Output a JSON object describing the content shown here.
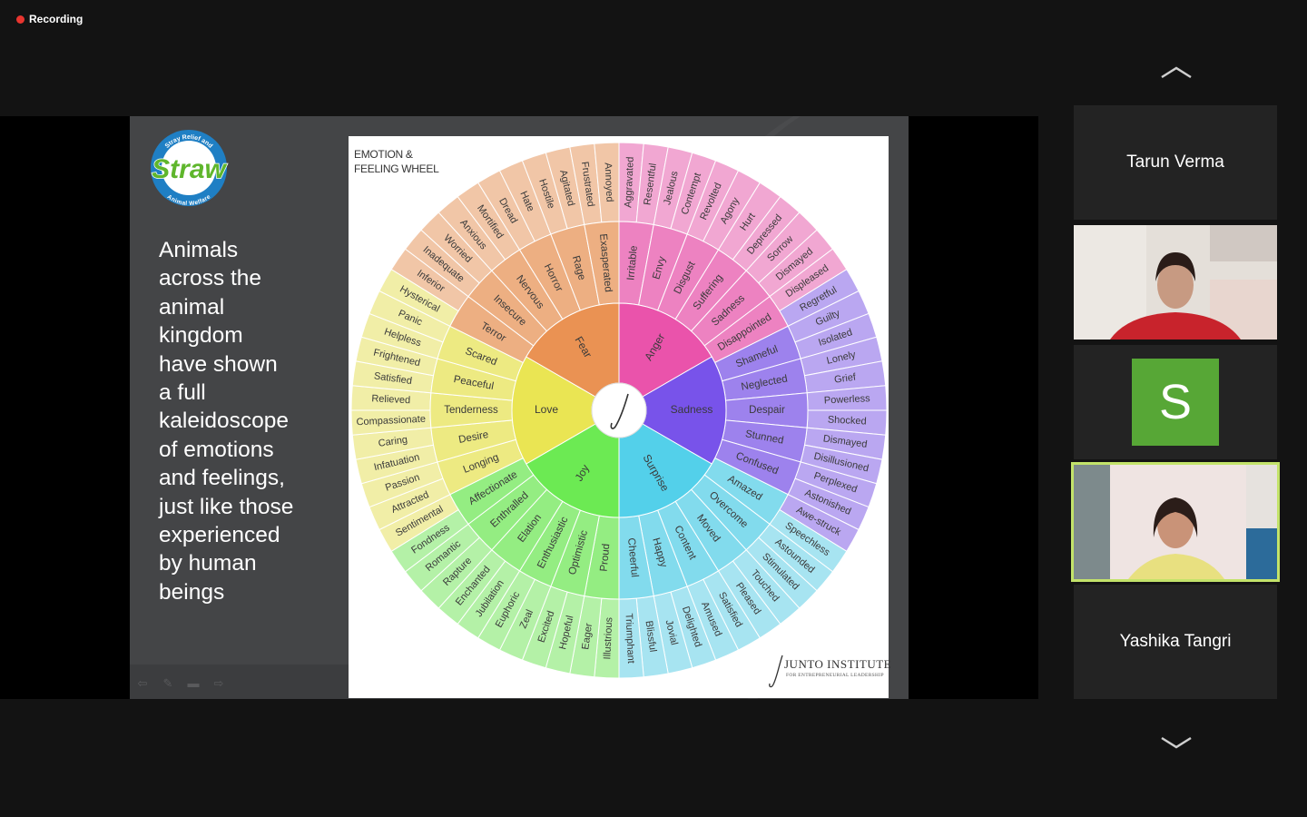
{
  "recording": {
    "label": "Recording",
    "dot_color": "#e8352f"
  },
  "slide": {
    "logo_text": "Straw",
    "logo_ring_top": "Stray Relief and",
    "logo_ring_bottom": "Animal Welfare",
    "text_lines": [
      "Animals",
      "across the",
      "animal",
      "kingdom",
      "have shown",
      "a full",
      "kaleidoscope",
      "of emotions",
      "and feelings,",
      "just like those",
      "experienced",
      "by human",
      "beings"
    ],
    "wheel_title_line1": "EMOTION &",
    "wheel_title_line2": "FEELING WHEEL",
    "junto_name": "JUNTO INSTITUTE",
    "junto_sub": "FOR ENTREPRENEURIAL LEADERSHIP",
    "wheel": {
      "core": [
        {
          "label": "Anger",
          "hue": 325
        },
        {
          "label": "Sadness",
          "hue": 255
        },
        {
          "label": "Surprise",
          "hue": 190
        },
        {
          "label": "Joy",
          "hue": 110
        },
        {
          "label": "Love",
          "hue": 58
        },
        {
          "label": "Fear",
          "hue": 25
        }
      ],
      "middle": [
        {
          "label": "Irritable",
          "core": 0
        },
        {
          "label": "Envy",
          "core": 0
        },
        {
          "label": "Disgust",
          "core": 0
        },
        {
          "label": "Suffering",
          "core": 1
        },
        {
          "label": "Sadness",
          "core": 1
        },
        {
          "label": "Disappointed",
          "core": 1
        },
        {
          "label": "Shameful",
          "core": 1
        },
        {
          "label": "Neglected",
          "core": 1
        },
        {
          "label": "Despair",
          "core": 1
        },
        {
          "label": "Stunned",
          "core": 2
        },
        {
          "label": "Confused",
          "core": 2
        },
        {
          "label": "Amazed",
          "core": 2
        },
        {
          "label": "Overcome",
          "core": 2
        },
        {
          "label": "Moved",
          "core": 2
        },
        {
          "label": "Content",
          "core": 3
        },
        {
          "label": "Happy",
          "core": 3
        },
        {
          "label": "Cheerful",
          "core": 3
        },
        {
          "label": "Proud",
          "core": 3
        },
        {
          "label": "Optimistic",
          "core": 3
        },
        {
          "label": "Enthusiastic",
          "core": 3
        },
        {
          "label": "Elation",
          "core": 3
        },
        {
          "label": "Enthralled",
          "core": 3
        },
        {
          "label": "Affectionate",
          "core": 4
        },
        {
          "label": "Longing",
          "core": 4
        },
        {
          "label": "Desire",
          "core": 4
        },
        {
          "label": "Tenderness",
          "core": 4
        },
        {
          "label": "Peaceful",
          "core": 4
        },
        {
          "label": "Scared",
          "core": 5
        },
        {
          "label": "Terror",
          "core": 5
        },
        {
          "label": "Insecure",
          "core": 5
        },
        {
          "label": "Nervous",
          "core": 5
        },
        {
          "label": "Horror",
          "core": 5
        },
        {
          "label": "Rage",
          "core": 0
        },
        {
          "label": "Exasperated",
          "core": 0
        }
      ],
      "outer": [
        "Aggravated",
        "Resentful",
        "Jealous",
        "Contempt",
        "Revolted",
        "Agony",
        "Hurt",
        "Depressed",
        "Sorrow",
        "Dismayed",
        "Displeased",
        "Regretful",
        "Guilty",
        "Isolated",
        "Lonely",
        "Grief",
        "Powerless",
        "Shocked",
        "Dismayed",
        "Disillusioned",
        "Perplexed",
        "Astonished",
        "Awe-struck",
        "Speechless",
        "Astounded",
        "Stimulated",
        "Touched",
        "Pleased",
        "Satisfied",
        "Amused",
        "Delighted",
        "Jovial",
        "Blissful",
        "Triumphant",
        "Illustrious",
        "Eager",
        "Hopeful",
        "Excited",
        "Zeal",
        "Euphoric",
        "Jubilation",
        "Enchanted",
        "Rapture",
        "Romantic",
        "Fondness",
        "Sentimental",
        "Attracted",
        "Passion",
        "Infatuation",
        "Caring",
        "Compassionate",
        "Relieved",
        "Satisfied",
        "Frightened",
        "Helpless",
        "Panic",
        "Hysterical",
        "Inferior",
        "Inadequate",
        "Worried",
        "Anxious",
        "Mortified",
        "Dread",
        "Hate",
        "Hostile",
        "Agitated",
        "Frustrated",
        "Annoyed"
      ]
    }
  },
  "participants": [
    {
      "name": "Tarun Verma",
      "type": "name"
    },
    {
      "name": "",
      "type": "video"
    },
    {
      "name": "S",
      "type": "avatar",
      "color": "#57a736"
    },
    {
      "name": "",
      "type": "video",
      "active": true
    },
    {
      "name": "Yashika Tangri",
      "type": "name"
    }
  ],
  "colors": {
    "active_speaker": "#c3e36a",
    "tile_bg": "#232323"
  }
}
